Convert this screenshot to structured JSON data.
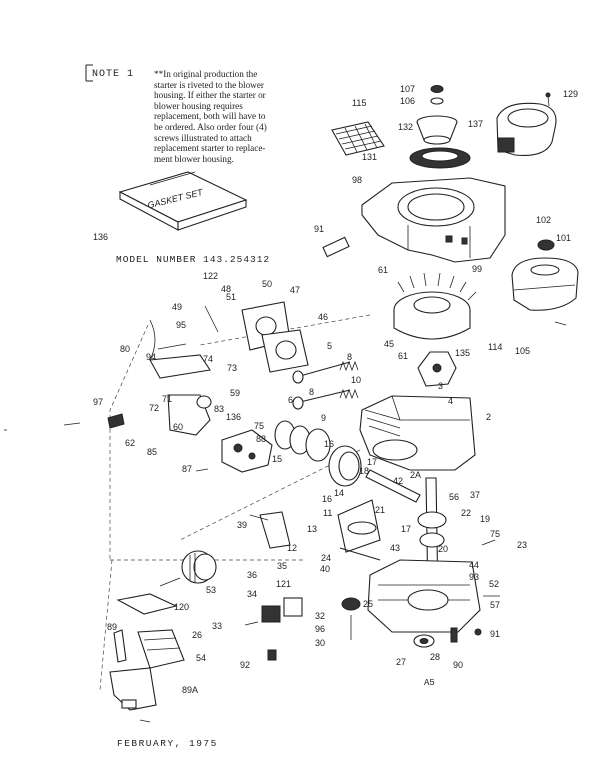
{
  "note": {
    "label": "NOTE 1",
    "lines": [
      "**In original production the",
      "starter is riveted to the blower",
      "housing. If either the starter or",
      "blower housing requires",
      "replacement, both will have to",
      "be ordered. Also order four (4)",
      "screws illustrated to attach",
      "replacement starter to replace-",
      "ment blower housing."
    ]
  },
  "gasket_set_label": "GASKET SET",
  "model_number": "MODEL NUMBER 143.254312",
  "footer_date": "FEBRUARY, 1975",
  "plate_id": "A5",
  "callouts": [
    "107",
    "106",
    "129",
    "115",
    "132",
    "137",
    "131",
    "98",
    "136",
    "91",
    "102",
    "101",
    "61",
    "99",
    "122",
    "50",
    "48",
    "51",
    "49",
    "47",
    "46",
    "95",
    "80",
    "94",
    "74",
    "73",
    "45",
    "5",
    "8",
    "135",
    "114",
    "105",
    "61",
    "10",
    "97",
    "72",
    "71",
    "59",
    "6",
    "8",
    "9",
    "4",
    "3",
    "83",
    "136",
    "75",
    "2",
    "62",
    "85",
    "60",
    "88",
    "87",
    "15",
    "16",
    "17",
    "14",
    "16",
    "42",
    "2A",
    "56",
    "37",
    "18",
    "21",
    "11",
    "22",
    "13",
    "17",
    "19",
    "75",
    "39",
    "12",
    "20",
    "23",
    "24",
    "43",
    "44",
    "93",
    "36",
    "35",
    "40",
    "52",
    "121",
    "120",
    "53",
    "34",
    "25",
    "57",
    "33",
    "32",
    "96",
    "30",
    "91",
    "89",
    "26",
    "27",
    "28",
    "90",
    "54",
    "92",
    "89A"
  ]
}
